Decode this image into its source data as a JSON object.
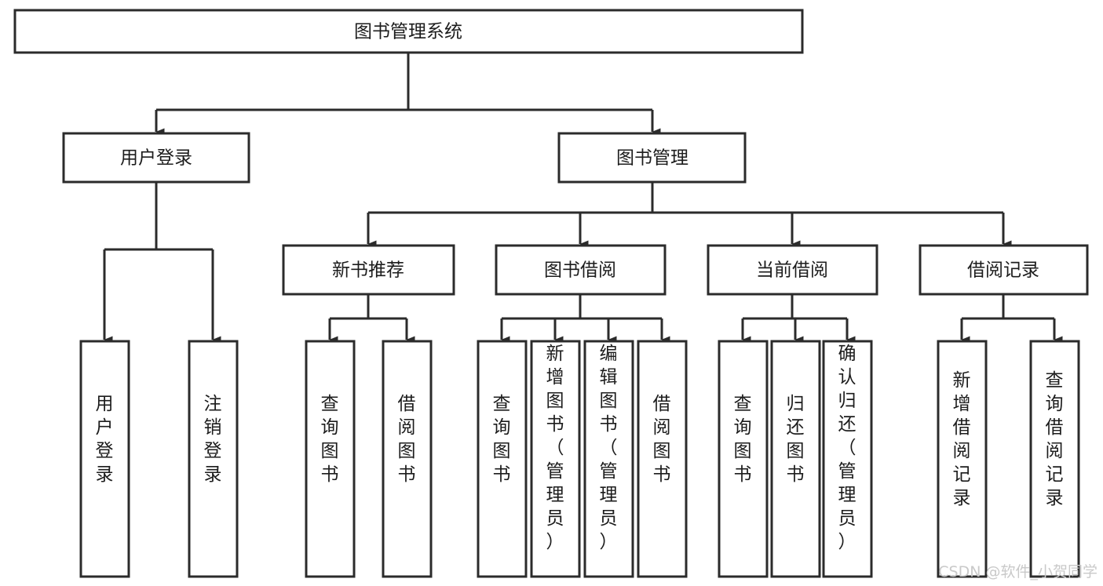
{
  "diagram": {
    "type": "tree-hierarchy-chart",
    "title": "图书管理系统",
    "orientation": "top-down",
    "levels": 4,
    "nodes": {
      "root": {
        "label": "图书管理系统",
        "level": 1
      },
      "l2": [
        {
          "id": "user-login",
          "label": "用户登录",
          "level": 2
        },
        {
          "id": "book-manage",
          "label": "图书管理",
          "level": 2
        }
      ],
      "l3": [
        {
          "id": "new-book-recommend",
          "label": "新书推荐",
          "level": 3,
          "parent": "book-manage"
        },
        {
          "id": "book-borrow",
          "label": "图书借阅",
          "level": 3,
          "parent": "book-manage"
        },
        {
          "id": "current-borrow",
          "label": "当前借阅",
          "level": 3,
          "parent": "book-manage"
        },
        {
          "id": "borrow-record",
          "label": "借阅记录",
          "level": 3,
          "parent": "book-manage"
        }
      ],
      "leaves": [
        {
          "id": "leaf-user-login",
          "label": "用户登录",
          "parent": "user-login"
        },
        {
          "id": "leaf-logout-login",
          "label": "注销登录",
          "parent": "user-login"
        },
        {
          "id": "leaf-query-book-1",
          "label": "查询图书",
          "parent": "new-book-recommend"
        },
        {
          "id": "leaf-borrow-book-1",
          "label": "借阅图书",
          "parent": "new-book-recommend"
        },
        {
          "id": "leaf-query-book-2",
          "label": "查询图书",
          "parent": "book-borrow"
        },
        {
          "id": "leaf-add-book",
          "label": "新增图书（管理员）",
          "parent": "book-borrow"
        },
        {
          "id": "leaf-edit-book",
          "label": "编辑图书（管理员）",
          "parent": "book-borrow"
        },
        {
          "id": "leaf-borrow-book-2",
          "label": "借阅图书",
          "parent": "book-borrow"
        },
        {
          "id": "leaf-query-book-3",
          "label": "查询图书",
          "parent": "current-borrow"
        },
        {
          "id": "leaf-return-book",
          "label": "归还图书",
          "parent": "current-borrow"
        },
        {
          "id": "leaf-confirm-return",
          "label": "确认归还（管理员）",
          "parent": "current-borrow"
        },
        {
          "id": "leaf-add-record",
          "label": "新增借阅记录",
          "parent": "borrow-record"
        },
        {
          "id": "leaf-query-record",
          "label": "查询借阅记录",
          "parent": "borrow-record"
        }
      ]
    },
    "colors": {
      "stroke": "#2b2b2b",
      "fill": "#ffffff",
      "text": "#1c1c1c",
      "watermark": "#c9c9c9"
    }
  },
  "watermark": {
    "text": "CSDN @软件_小贺同学"
  }
}
